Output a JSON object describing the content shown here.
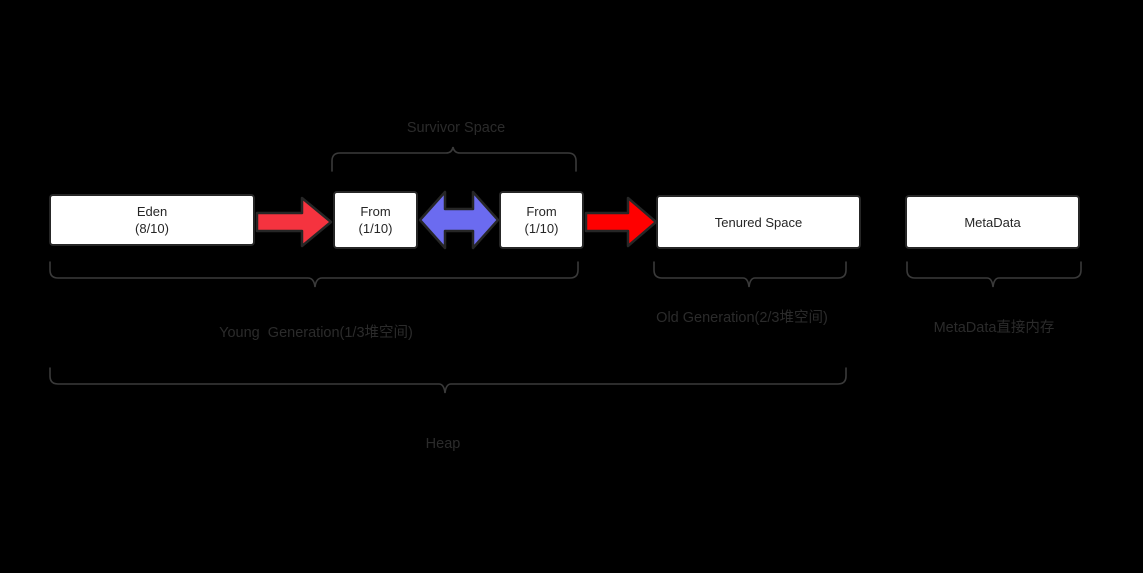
{
  "diagram": {
    "title_label": "Survivor Space",
    "background_color": "#000000",
    "box_fill": "#ffffff",
    "box_stroke": "#262626",
    "text_color": "#2b2b2b",
    "boxes": [
      {
        "id": "eden",
        "name": "Eden",
        "line1": "Eden",
        "line2": "(8/10)"
      },
      {
        "id": "from1",
        "name": "From",
        "line1": "From",
        "line2": "(1/10)"
      },
      {
        "id": "from2",
        "name": "From",
        "line1": "From",
        "line2": "(1/10)"
      },
      {
        "id": "tenured",
        "name": "Tenured Space",
        "line1": "Tenured Space",
        "line2": ""
      },
      {
        "id": "metadata",
        "name": "MetaData",
        "line1": "MetaData",
        "line2": ""
      }
    ],
    "braces": [
      {
        "id": "survivor-brace",
        "label": "Survivor Space"
      },
      {
        "id": "young-gen-brace",
        "label": "Young  Generation(1/3堆空间)"
      },
      {
        "id": "old-gen-brace",
        "label": "Old Generation(2/3堆空间)"
      },
      {
        "id": "metadata-brace",
        "label": "MetaData直接内存"
      },
      {
        "id": "heap-brace",
        "label": "Heap"
      }
    ],
    "arrows": [
      {
        "id": "eden-to-survivor",
        "type": "right-arrow",
        "color": "#F5333F"
      },
      {
        "id": "survivor-swap",
        "type": "bidirectional",
        "color": "#6B6BF0"
      },
      {
        "id": "survivor-to-tenured",
        "type": "right-arrow",
        "color": "#FF0000"
      }
    ]
  }
}
